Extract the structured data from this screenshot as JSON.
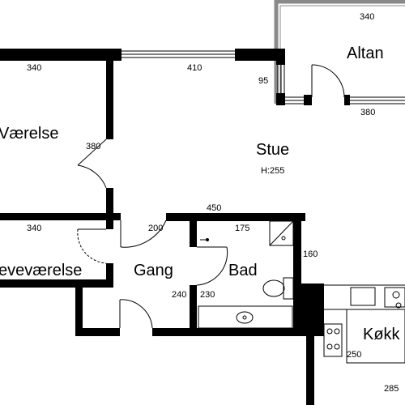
{
  "rooms": {
    "altan": "Altan",
    "vaerelse": "Værelse",
    "stue": "Stue",
    "stue_height": "H:255",
    "gaestevaerelse": "eveværelse",
    "gang": "Gang",
    "bad": "Bad",
    "koekken": "Køkk"
  },
  "dimensions": {
    "altan_top": "340",
    "vaerelse_top": "340",
    "stue_top": "410",
    "altan_left": "95",
    "altan_bottom": "380",
    "vaerelse_right": "380",
    "gang_top_wide": "450",
    "gaest_top": "340",
    "gang_top": "200",
    "bad_top": "175",
    "bad_right": "160",
    "gang_right": "240",
    "bad_left": "230",
    "koekken_left": "250",
    "koekken_bottom": "285"
  }
}
